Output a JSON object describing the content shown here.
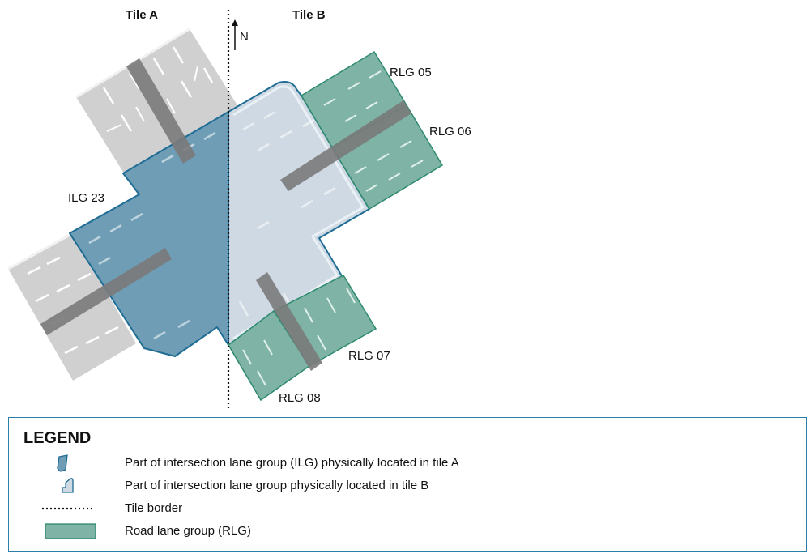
{
  "tiles": {
    "left": "Tile A",
    "right": "Tile B"
  },
  "compass": {
    "label": "N"
  },
  "labels": {
    "ilg23": "ILG 23",
    "rlg05": "RLG 05",
    "rlg06": "RLG 06",
    "rlg07": "RLG 07",
    "rlg08": "RLG 08"
  },
  "colors": {
    "ilg_tile_a": "#6e9db5",
    "ilg_tile_b": "#cfd9e3",
    "rlg": "#7fb3a5",
    "road": "#d0d0d0",
    "crosswalk": "#7a7a7a",
    "border": "#1f6d95"
  },
  "legend": {
    "title": "LEGEND",
    "items": [
      {
        "icon": "ilg-tile-a-icon",
        "text": "Part of intersection lane group (ILG) physically located in tile A"
      },
      {
        "icon": "ilg-tile-b-icon",
        "text": "Part of intersection lane group physically located in tile B"
      },
      {
        "icon": "tile-border-icon",
        "text": "Tile border"
      },
      {
        "icon": "rlg-icon",
        "text": "Road lane group (RLG)"
      }
    ]
  }
}
